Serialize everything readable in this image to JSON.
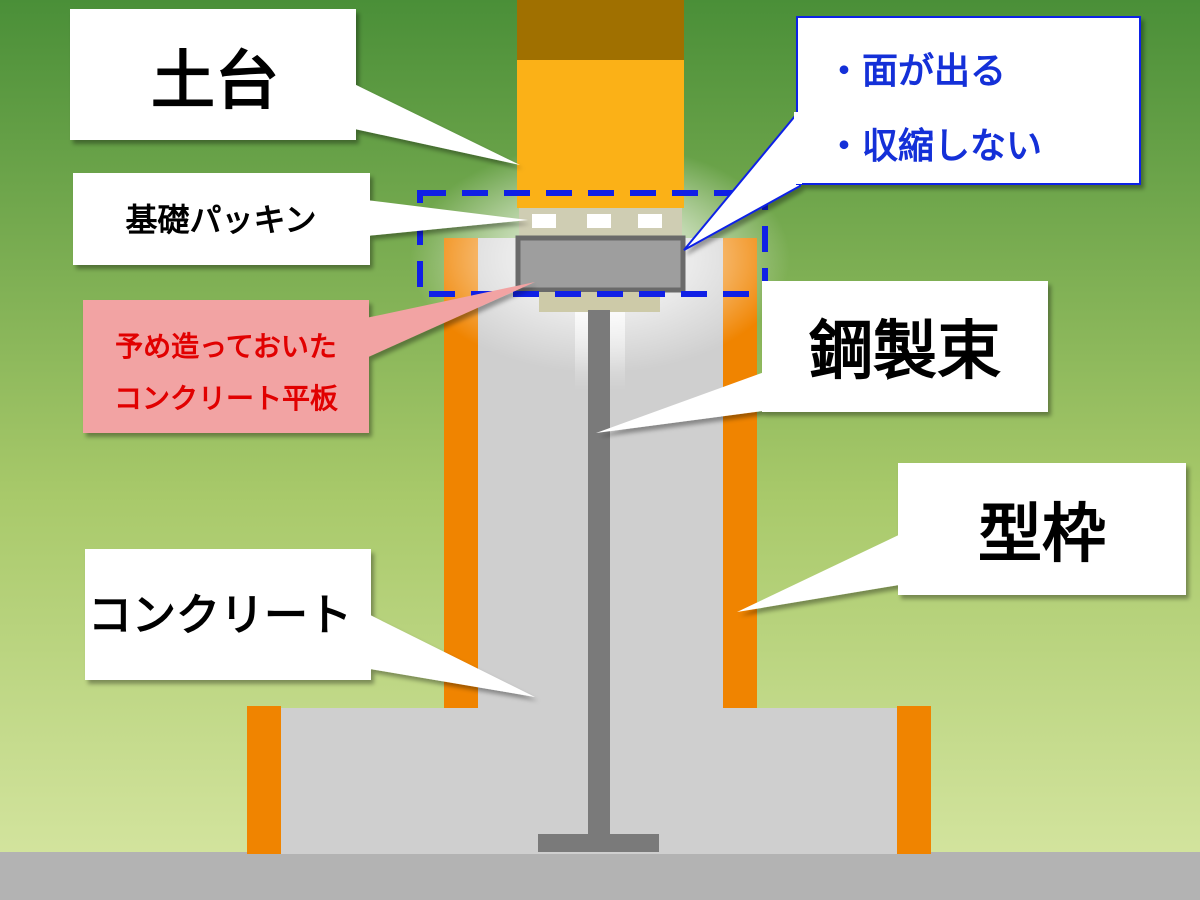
{
  "labels": {
    "dodai": "土台",
    "packing": "基礎パッキン",
    "slab_line1": "予め造っておいた",
    "slab_line2": "コンクリート平板",
    "steel_post": "鋼製束",
    "formwork": "型枠",
    "concrete": "コンクリート",
    "benefit_1": "・面が出る",
    "benefit_2": "・収縮しない"
  },
  "colors": {
    "background_top": "#4a8f38",
    "background_bottom": "#d8e7a4",
    "ground": "#b3b3b3",
    "sill_wood_dark": "#a07000",
    "sill_wood": "#fbb117",
    "formwork": "#f08400",
    "concrete": "#cfcfcf",
    "precast_slab": "#9e9e9e",
    "steel_post": "#7a7a7a",
    "packing": "#cfcdb3",
    "highlight_border": "#1020e6",
    "benefit_text": "#1430d8",
    "slab_note_bg": "#f2a3a3",
    "slab_note_text": "#e10000",
    "callout_bg": "#ffffff",
    "label_text": "#000000"
  },
  "icons": {
    "packing_vents": "white-rectangles",
    "steel_post": "t-shaped-steel-post"
  }
}
